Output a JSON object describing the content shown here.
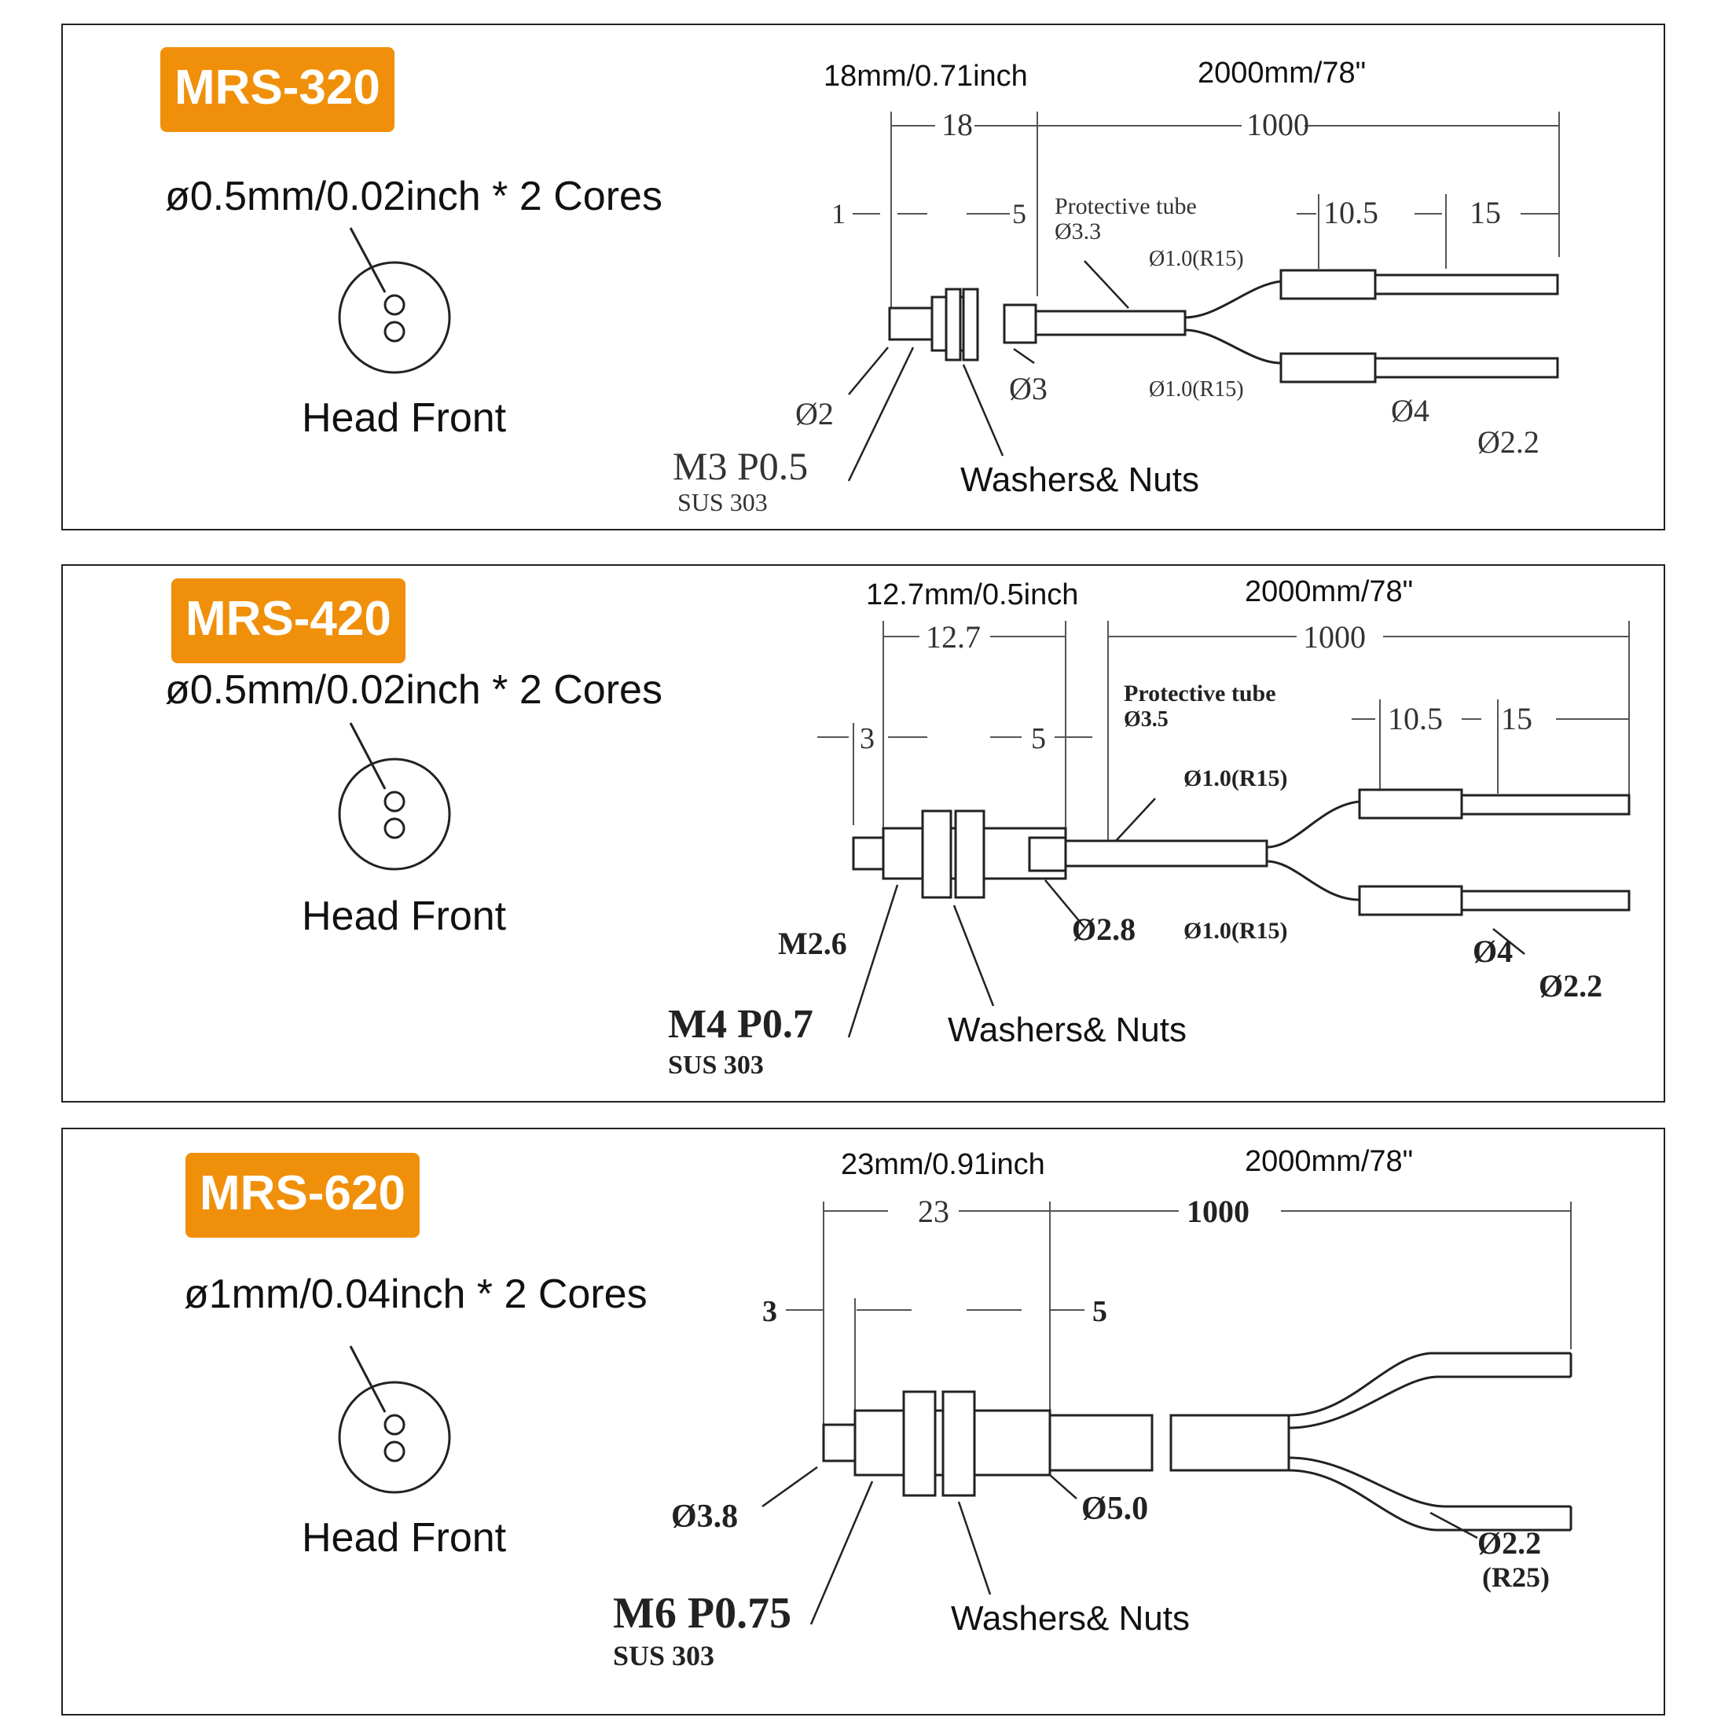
{
  "panels": [
    {
      "model": "MRS-320",
      "cores": "ø0.5mm/0.02inch * 2 Cores",
      "head_front": "Head Front",
      "head_dim": "18mm/0.71inch",
      "cable_dim": "2000mm/78\"",
      "washers": "Washers& Nuts",
      "drawing": {
        "head_len": "18",
        "cable_len": "1000",
        "d1": "1",
        "d5": "5",
        "tube_label": "Protective tube",
        "tube_dia": "Ø3.3",
        "sleeve_len": "10.5",
        "tip_len": "15",
        "fiber_top": "Ø1.0(R15)",
        "fiber_bottom": "Ø1.0(R15)",
        "tip_dia": "Ø2",
        "body_dia": "Ø3",
        "sleeve_dia": "Ø4",
        "end_dia": "Ø2.2",
        "thread": "M3 P0.5",
        "material": "SUS 303"
      }
    },
    {
      "model": "MRS-420",
      "cores": "ø0.5mm/0.02inch * 2 Cores",
      "head_front": "Head Front",
      "head_dim": "12.7mm/0.5inch",
      "cable_dim": "2000mm/78\"",
      "washers": "Washers& Nuts",
      "drawing": {
        "head_len": "12.7",
        "cable_len": "1000",
        "d1": "3",
        "d5": "5",
        "tube_label": "Protective tube",
        "tube_dia": "Ø3.5",
        "sleeve_len": "10.5",
        "tip_len": "15",
        "fiber_top": "Ø1.0(R15)",
        "fiber_bottom": "Ø1.0(R15)",
        "tip_dia": "M2.6",
        "body_dia": "Ø2.8",
        "sleeve_dia": "Ø4",
        "end_dia": "Ø2.2",
        "thread": "M4 P0.7",
        "material": "SUS 303"
      }
    },
    {
      "model": "MRS-620",
      "cores": "ø1mm/0.04inch * 2 Cores",
      "head_front": "Head Front",
      "head_dim": "23mm/0.91inch",
      "cable_dim": "2000mm/78\"",
      "washers": "Washers& Nuts",
      "drawing": {
        "head_len": "23",
        "cable_len": "1000",
        "d1": "3",
        "d5": "5",
        "tip_dia": "Ø3.8",
        "body_dia": "Ø5.0",
        "end_dia": "Ø2.2",
        "end_radius": "(R25)",
        "thread": "M6 P0.75",
        "material": "SUS 303"
      }
    }
  ]
}
